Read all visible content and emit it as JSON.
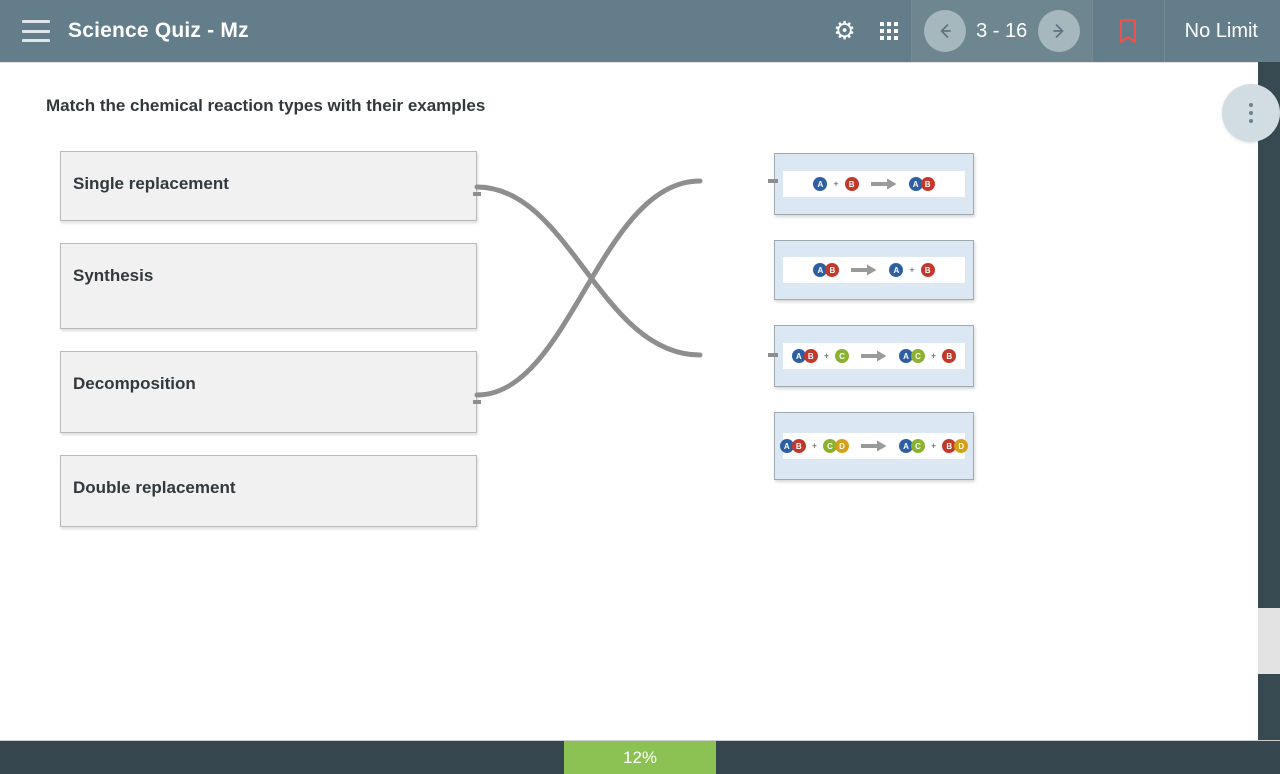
{
  "header": {
    "menu_icon": "hamburger-icon",
    "title": "Science Quiz - Mz",
    "settings_icon": "gear-icon",
    "apps_icon": "grid-icon",
    "prev_icon": "arrow-left-icon",
    "next_icon": "arrow-right-icon",
    "page_indicator": "3 - 16",
    "bookmark_icon": "bookmark-icon",
    "bookmark_color": "#ef5350",
    "time_limit": "No Limit",
    "background": "#637d8a"
  },
  "main": {
    "question": "Match the chemical reaction types with their examples",
    "prompts": [
      {
        "label": "Single replacement"
      },
      {
        "label": "Synthesis"
      },
      {
        "label": "Decomposition"
      },
      {
        "label": "Double replacement"
      }
    ],
    "answers": [
      {
        "id": "card-1",
        "equation": "A + B → AB",
        "reactants": [
          [
            "A"
          ],
          [
            "B"
          ]
        ],
        "products": [
          [
            "A",
            "B"
          ]
        ]
      },
      {
        "id": "card-2",
        "equation": "AB → A + B",
        "reactants": [
          [
            "A",
            "B"
          ]
        ],
        "products": [
          [
            "A"
          ],
          [
            "B"
          ]
        ]
      },
      {
        "id": "card-3",
        "equation": "AB + C → AC + B",
        "reactants": [
          [
            "A",
            "B"
          ],
          [
            "C"
          ]
        ],
        "products": [
          [
            "A",
            "C"
          ],
          [
            "B"
          ]
        ]
      },
      {
        "id": "card-4",
        "equation": "AB + CD → AC + BD",
        "reactants": [
          [
            "A",
            "B"
          ],
          [
            "C",
            "D"
          ]
        ],
        "products": [
          [
            "A",
            "C"
          ],
          [
            "B",
            "D"
          ]
        ]
      }
    ],
    "atom_colors": {
      "A": "#2e5fa3",
      "B": "#c0392b",
      "C": "#8ab22e",
      "D": "#d4a017"
    },
    "connections": [
      {
        "from": "Single replacement",
        "to": "card-3"
      },
      {
        "from": "Decomposition",
        "to": "card-1"
      }
    ],
    "connector_color": "#8e8e8e",
    "more_options_icon": "more-vertical-icon"
  },
  "footer": {
    "progress_label": "12%",
    "progress_percent": 12,
    "progress_color": "#8cc153",
    "background": "#37474f"
  }
}
